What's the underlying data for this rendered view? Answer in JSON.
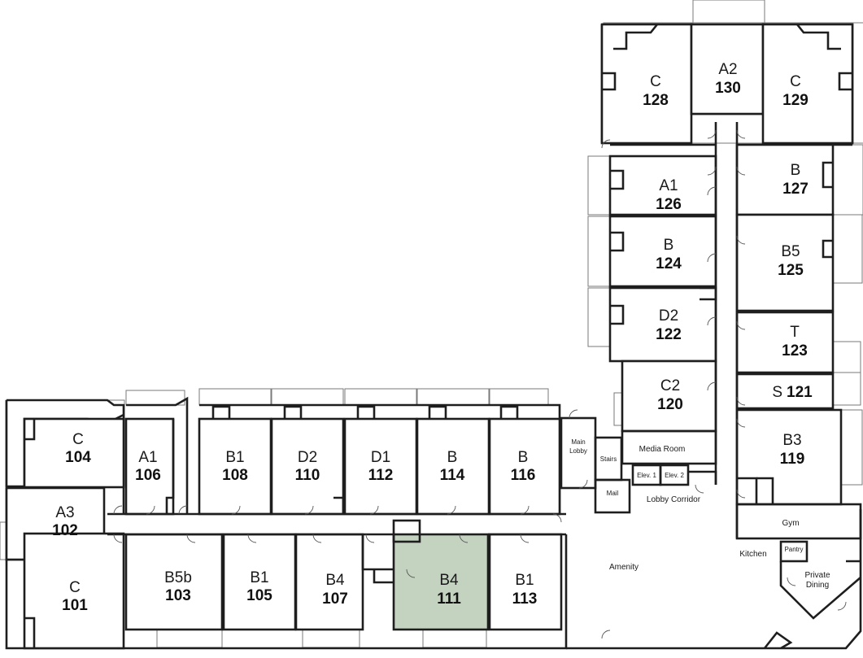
{
  "highlight_color": "#c4d3c0",
  "units": [
    {
      "type": "C",
      "number": "104"
    },
    {
      "type": "A3",
      "number": "102"
    },
    {
      "type": "C",
      "number": "101"
    },
    {
      "type": "A1",
      "number": "106"
    },
    {
      "type": "B1",
      "number": "108"
    },
    {
      "type": "D2",
      "number": "110"
    },
    {
      "type": "D1",
      "number": "112"
    },
    {
      "type": "B",
      "number": "114"
    },
    {
      "type": "B",
      "number": "116"
    },
    {
      "type": "B5b",
      "number": "103"
    },
    {
      "type": "B1",
      "number": "105"
    },
    {
      "type": "B4",
      "number": "107"
    },
    {
      "type": "B4",
      "number": "111",
      "highlighted": true
    },
    {
      "type": "B1",
      "number": "113"
    },
    {
      "type": "C",
      "number": "128"
    },
    {
      "type": "A2",
      "number": "130"
    },
    {
      "type": "C",
      "number": "129"
    },
    {
      "type": "A1",
      "number": "126"
    },
    {
      "type": "B",
      "number": "127"
    },
    {
      "type": "B",
      "number": "124"
    },
    {
      "type": "B5",
      "number": "125"
    },
    {
      "type": "D2",
      "number": "122"
    },
    {
      "type": "T",
      "number": "123"
    },
    {
      "type": "C2",
      "number": "120"
    },
    {
      "type": "S",
      "number": "121"
    },
    {
      "type": "B3",
      "number": "119"
    }
  ],
  "amenities": {
    "main_lobby_1": "Main",
    "main_lobby_2": "Lobby",
    "stairs": "Stairs",
    "mail": "Mail",
    "media_room": "Media Room",
    "elev1": "Elev. 1",
    "elev2": "Elev. 2",
    "lobby_corridor": "Lobby Corridor",
    "amenity": "Amenity",
    "gym": "Gym",
    "kitchen": "Kitchen",
    "pantry": "Pantry",
    "private_dining_1": "Private",
    "private_dining_2": "Dining"
  }
}
